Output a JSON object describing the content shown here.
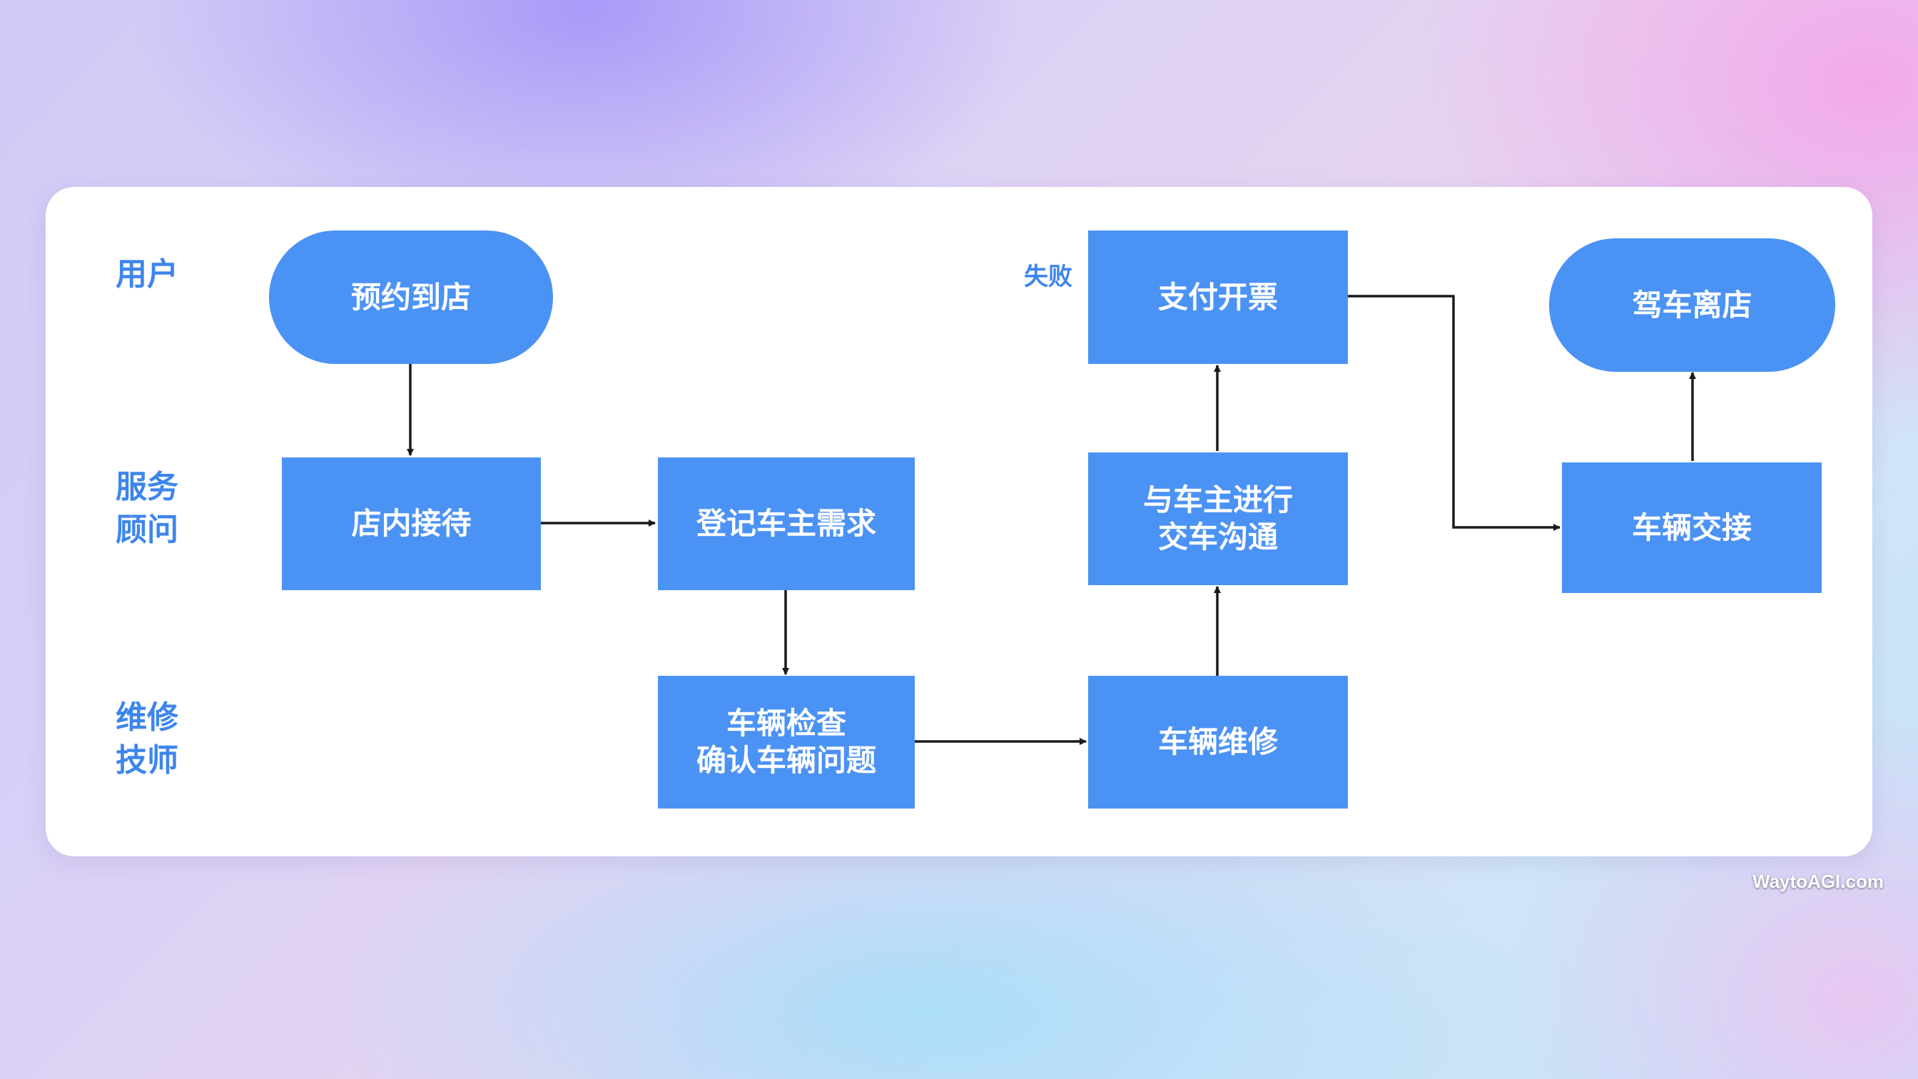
{
  "lanes": {
    "user": [
      "用户"
    ],
    "advisor": [
      "服务",
      "顾问"
    ],
    "technician": [
      "维修",
      "技师"
    ]
  },
  "nodes": {
    "book_visit": [
      "预约到店"
    ],
    "reception": [
      "店内接待"
    ],
    "register_needs": [
      "登记车主需求"
    ],
    "inspection": [
      "车辆检查",
      "确认车辆问题"
    ],
    "repair": [
      "车辆维修"
    ],
    "communicate": [
      "与车主进行",
      "交车沟通"
    ],
    "payment": [
      "支付开票"
    ],
    "handover": [
      "车辆交接"
    ],
    "drive_away": [
      "驾车离店"
    ]
  },
  "edge_labels": {
    "fail": "失败"
  },
  "watermark": "WaytoAGI.com",
  "colors": {
    "node_fill": "#4b92f5",
    "lane_text": "#3d86ec",
    "arrow": "#1a1a1a"
  }
}
